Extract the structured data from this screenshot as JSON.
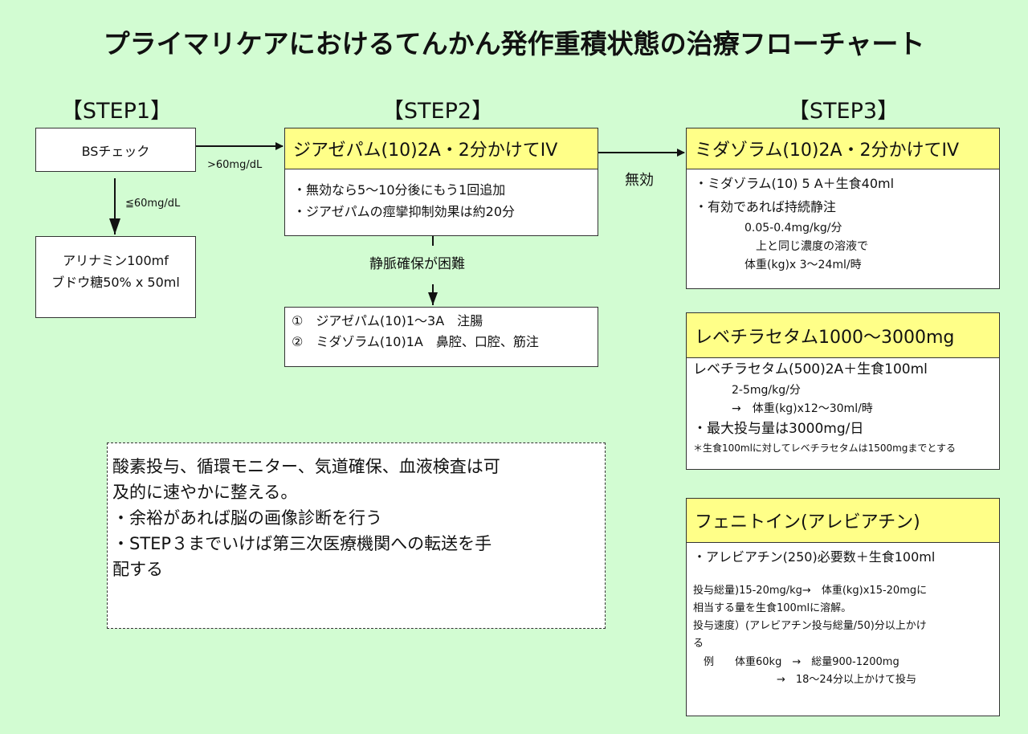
{
  "title": "プライマリケアにおけるてんかん発作重積状態の治療フローチャート",
  "steps": {
    "step1": "【STEP1】",
    "step2": "【STEP2】",
    "step3": "【STEP3】"
  },
  "step1": {
    "bs_check": "BSチェック",
    "high_label": ">60mg/dL",
    "low_label": "≦60mg/dL",
    "treatment_lines": [
      "アリナミン100mf",
      "ブドウ糖50% x 50ml"
    ]
  },
  "step2": {
    "header": "ジアゼパム(10)2A・2分かけてIV",
    "lines": [
      "・無効なら5〜10分後にもう1回追加",
      "・ジアゼパムの痙攣抑制効果は約20分"
    ],
    "branch_label": "静脈確保が困難",
    "alt_lines": [
      "①　ジアゼパム(10)1〜3A　注腸",
      "②　ミダゾラム(10)1A　鼻腔、口腔、筋注"
    ],
    "ineffective_label": "無効"
  },
  "step3": {
    "header": "ミダゾラム(10)2A・2分かけてIV",
    "lines": [
      "・ミダゾラム(10) 5 A＋生食40ml",
      "・有効であれば持続静注"
    ],
    "sub_lines": [
      "0.05-0.4mg/kg/分",
      "　上と同じ濃度の溶液で",
      "体重(kg)x 3〜24ml/時"
    ]
  },
  "levetiracetam": {
    "header": "レベチラセタム1000〜3000mg",
    "line1": "レベチラセタム(500)2A＋生食100ml",
    "sub_lines": [
      "2-5mg/kg/分",
      "→　体重(kg)x12〜30ml/時"
    ],
    "max_line": "・最大投与量は3000mg/日",
    "note": "＊生食100mlに対してレベチラセタムは1500mgまでとする"
  },
  "phenytoin": {
    "header": "フェニトイン(アレビアチン)",
    "line1": "・アレビアチン(250)必要数＋生食100ml",
    "lines": [
      "投与総量)15-20mg/kg→　体重(kg)x15-20mgに",
      "相当する量を生食100mlに溶解。",
      "投与速度）(アレビアチン投与総量/50)分以上かけ",
      "る",
      "　例　　体重60kg　→　総量900-1200mg",
      "　　　　　　　　→　18〜24分以上かけて投与"
    ]
  },
  "notes": {
    "lines": [
      "酸素投与、循環モニター、気道確保、血液検査は可",
      "及的に速やかに整える。",
      "・余裕があれば脳の画像診断を行う",
      "・STEP３までいけば第三次医療機関への転送を手",
      "配する"
    ]
  }
}
